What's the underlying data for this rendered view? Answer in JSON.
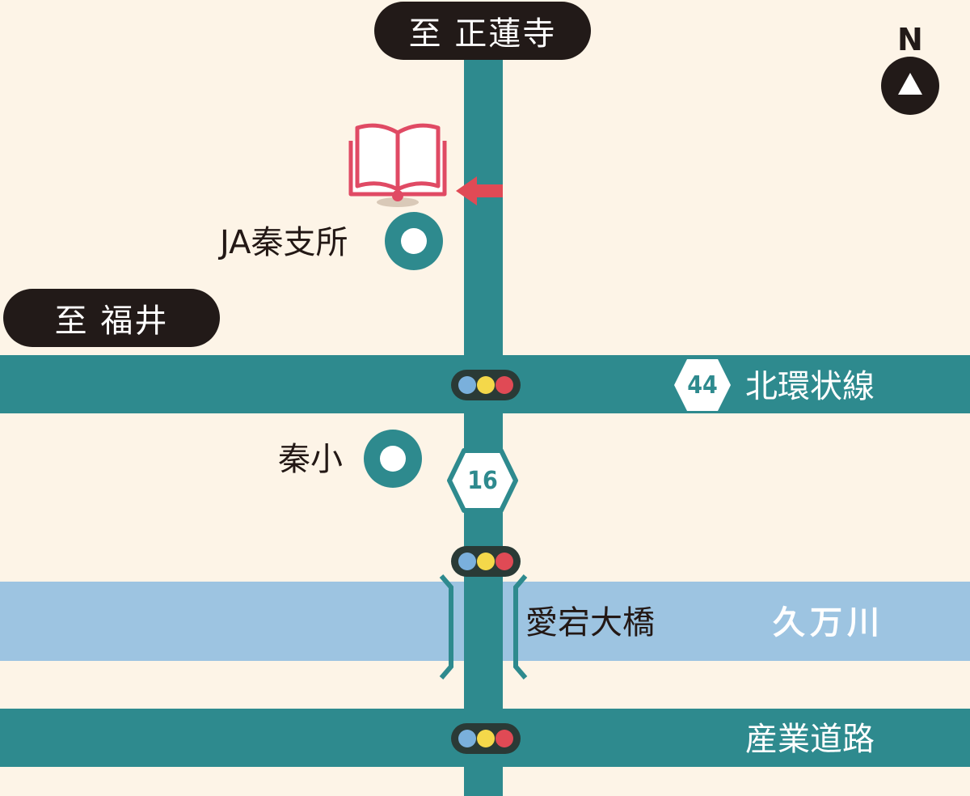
{
  "destinations": {
    "north": "至 正蓮寺",
    "west": "至 福井"
  },
  "landmarks": {
    "ja_branch": "JA秦支所",
    "school": "秦小",
    "bridge": "愛宕大橋"
  },
  "roads": {
    "north_ring": {
      "name": "北環状線",
      "route_number": "44"
    },
    "main_route": {
      "route_number": "16"
    },
    "industrial": {
      "name": "産業道路"
    }
  },
  "river": {
    "name": "久万川"
  },
  "compass": {
    "label": "N"
  },
  "icons": {
    "destination": "book-icon",
    "arrow": "arrow-left-icon",
    "landmark": "circle-marker-icon",
    "signal": "traffic-light-icon",
    "compass": "north-arrow-icon"
  },
  "colors": {
    "road": "#2e8a8e",
    "river": "#9dc4e1",
    "background": "#fdf4e7",
    "destination_marker": "#e04a64",
    "signal_blue": "#7ab0dc",
    "signal_yellow": "#f4d84a",
    "signal_red": "#e04a55"
  }
}
